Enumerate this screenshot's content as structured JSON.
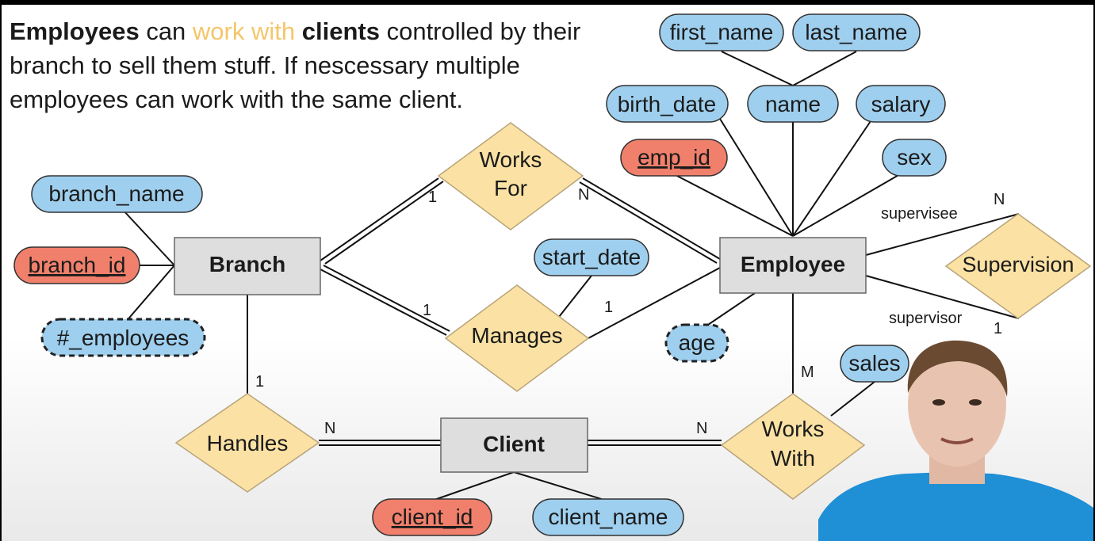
{
  "caption": {
    "employees": "Employees",
    "can": " can ",
    "work_with": "work with",
    "clients": "clients",
    "line1_rest": " controlled by their",
    "line2": "branch to sell them stuff. If nescessary multiple",
    "line3": "employees can work with the same client."
  },
  "entities": {
    "branch": "Branch",
    "employee": "Employee",
    "client": "Client"
  },
  "relationships": {
    "works_for": [
      "Works",
      "For"
    ],
    "manages": "Manages",
    "supervision": "Supervision",
    "handles": "Handles",
    "works_with": [
      "Works",
      "With"
    ]
  },
  "attributes": {
    "first_name": "first_name",
    "last_name": "last_name",
    "birth_date": "birth_date",
    "name": "name",
    "salary": "salary",
    "emp_id": "emp_id",
    "sex": "sex",
    "branch_name": "branch_name",
    "branch_id": "branch_id",
    "num_employees": "#_employees",
    "start_date": "start_date",
    "age": "age",
    "sales": "sales",
    "client_id": "client_id",
    "client_name": "client_name"
  },
  "cardinality": {
    "works_for_branch": "1",
    "works_for_employee": "N",
    "manages_branch": "1",
    "manages_employee": "1",
    "supervision_supervisee": "N",
    "supervision_supervisor": "1",
    "handles_branch": "1",
    "handles_client": "N",
    "works_with_client": "N",
    "works_with_employee": "M"
  },
  "roles": {
    "supervisee": "supervisee",
    "supervisor": "supervisor"
  },
  "colors": {
    "attribute": "#9fcfee",
    "key_attribute": "#f0806c",
    "relationship": "#fbe2a4",
    "entity": "#dedede",
    "outline": "#333333"
  }
}
